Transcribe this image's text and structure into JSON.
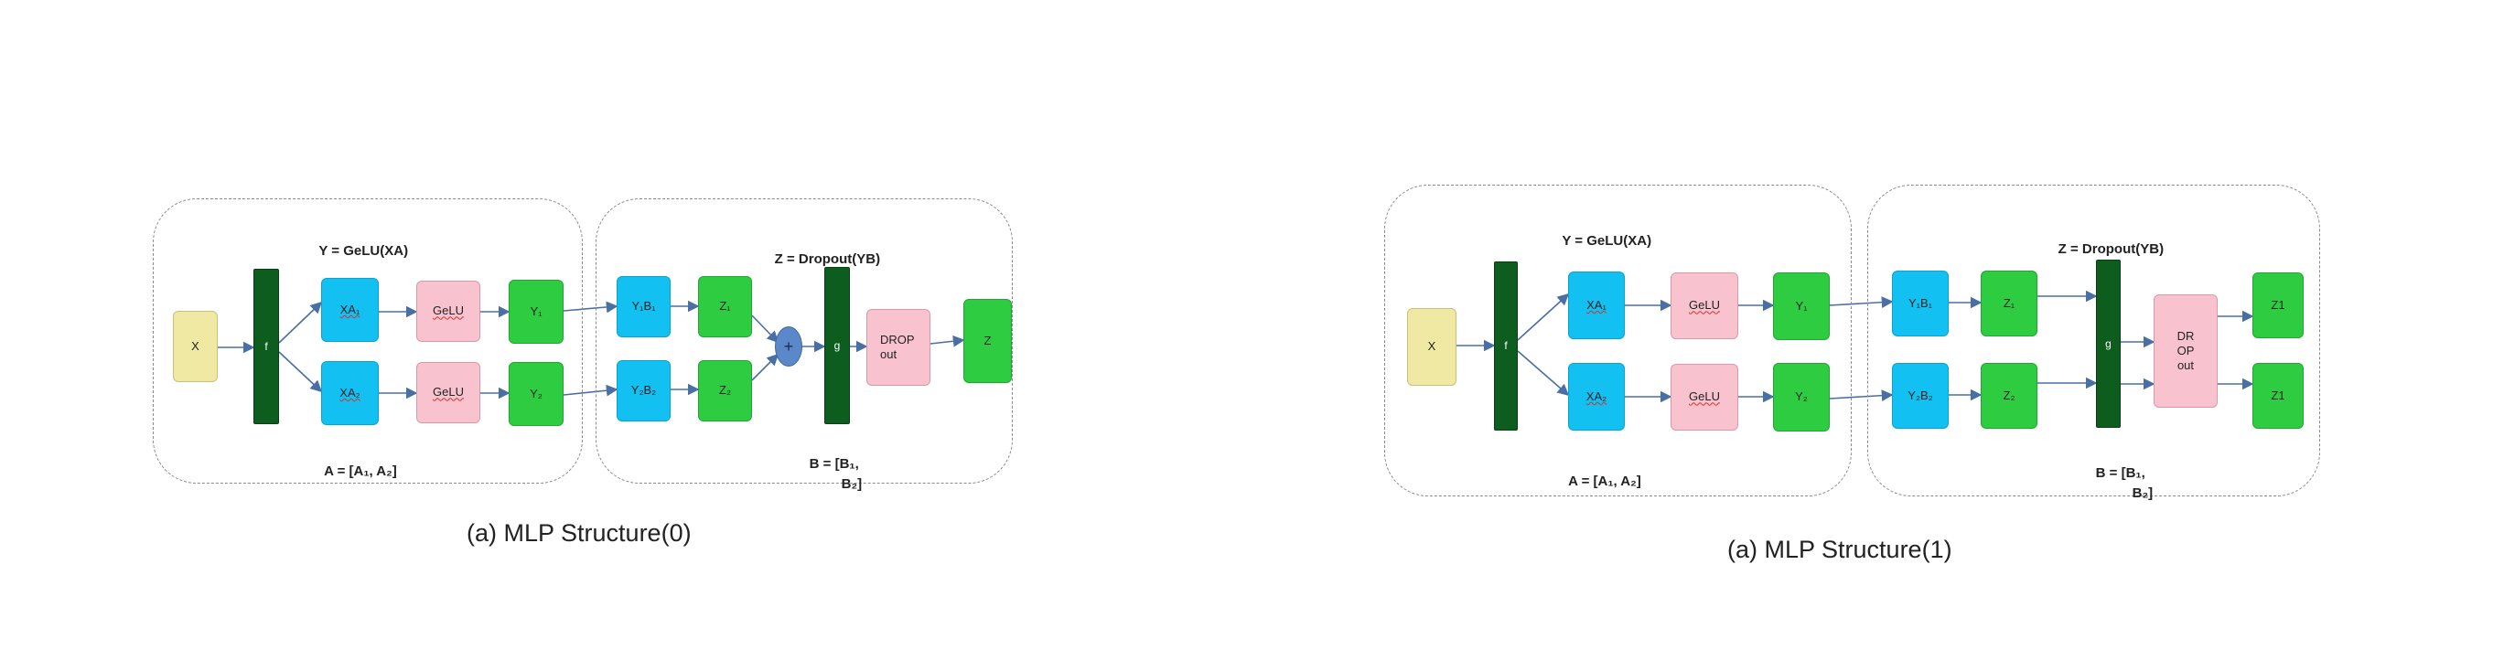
{
  "panel0": {
    "caption": "(a) MLP Structure(0)",
    "group_left": {
      "formula_top": "Y = GeLU(XA)",
      "formula_bottom": "A = [A₁, A₂]"
    },
    "group_right": {
      "formula_top": "Z = Dropout(YB)",
      "formula_bottom_1": "B = [B₁,",
      "formula_bottom_2": "B₂]"
    },
    "nodes": {
      "x": "X",
      "f": "f",
      "xa1": "XA₁",
      "xa2": "XA₂",
      "gelu1": "GeLU",
      "gelu2": "GeLU",
      "y1": "Y₁",
      "y2": "Y₂",
      "yb1": "Y₁B₁",
      "yb2": "Y₂B₂",
      "z1": "Z₁",
      "z2": "Z₂",
      "plus": "+",
      "g": "g",
      "dropout": "DROP\nout",
      "z": "Z"
    }
  },
  "panel1": {
    "caption": "(a) MLP Structure(1)",
    "group_left": {
      "formula_top": "Y = GeLU(XA)",
      "formula_bottom": "A = [A₁, A₂]"
    },
    "group_right": {
      "formula_top": "Z = Dropout(YB)",
      "formula_bottom_1": "B = [B₁,",
      "formula_bottom_2": "B₂]"
    },
    "nodes": {
      "x": "X",
      "f": "f",
      "xa1": "XA₁",
      "xa2": "XA₂",
      "gelu1": "GeLU",
      "gelu2": "GeLU",
      "y1": "Y₁",
      "y2": "Y₂",
      "yb1": "Y₁B₁",
      "yb2": "Y₂B₂",
      "z1": "Z₁",
      "z2": "Z₂",
      "g": "g",
      "dropout": "DR\nOP\nout",
      "out1": "Z1",
      "out2": "Z1"
    }
  },
  "colors": {
    "input": "#f0e9a4",
    "matmul": "#13c0f2",
    "activation": "#f8c3cf",
    "output": "#2ecc40",
    "split": "#0d5d1e",
    "arrow": "#4a6fa5"
  }
}
